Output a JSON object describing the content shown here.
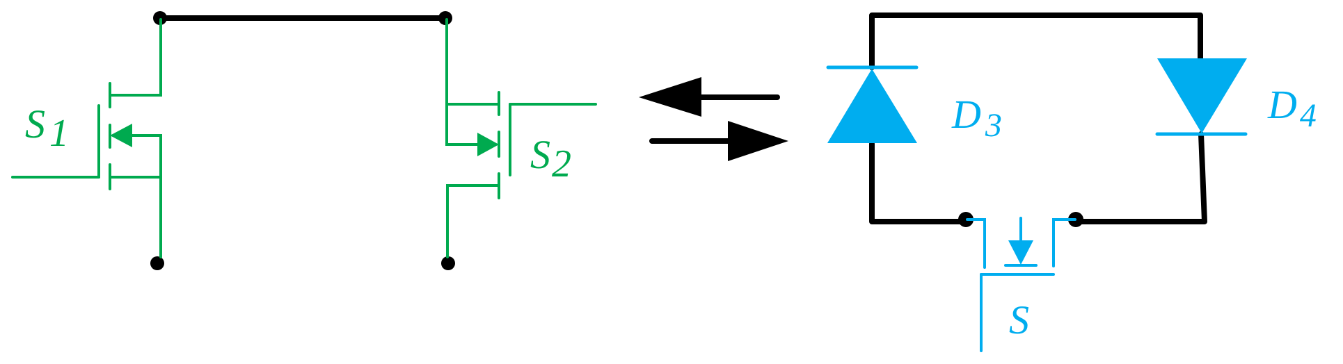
{
  "labels": {
    "s1_main": "S",
    "s1_sub": "1",
    "s2_main": "S",
    "s2_sub": "2",
    "d3_main": "D",
    "d3_sub": "3",
    "d4_main": "D",
    "d4_sub": "4",
    "s_main": "S"
  },
  "colors": {
    "mosfet": "#00aa4f",
    "diode_switch": "#00adef",
    "wire": "#000000"
  }
}
